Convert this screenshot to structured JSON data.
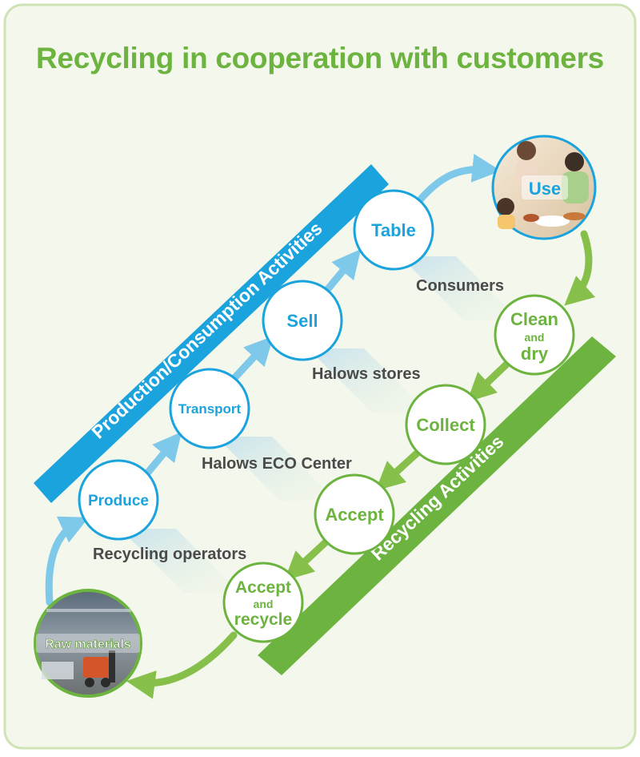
{
  "title": "Recycling in cooperation with customers",
  "bands": {
    "production": "Production/Consumption Activities",
    "recycling": "Recycling Activities"
  },
  "nodes": {
    "raw_materials": "Raw materials",
    "produce": "Produce",
    "transport": "Transport",
    "sell": "Sell",
    "table": "Table",
    "use": "Use",
    "clean_main": "Clean",
    "clean_and": "and",
    "clean_sub": "dry",
    "collect": "Collect",
    "accept": "Accept",
    "accept_recycle_main": "Accept",
    "accept_recycle_and": "and",
    "accept_recycle_sub": "recycle"
  },
  "stakeholders": {
    "consumers": "Consumers",
    "halows_stores": "Halows stores",
    "halows_eco_center": "Halows ECO Center",
    "recycling_operators": "Recycling operators"
  },
  "colors": {
    "green": "#6db33f",
    "blue": "#1aa3dc",
    "light_blue": "#7ec8ea",
    "text_dark": "#4a4a4a",
    "panel_bg": "#f4f7ec",
    "panel_border": "#cfe4b5"
  }
}
